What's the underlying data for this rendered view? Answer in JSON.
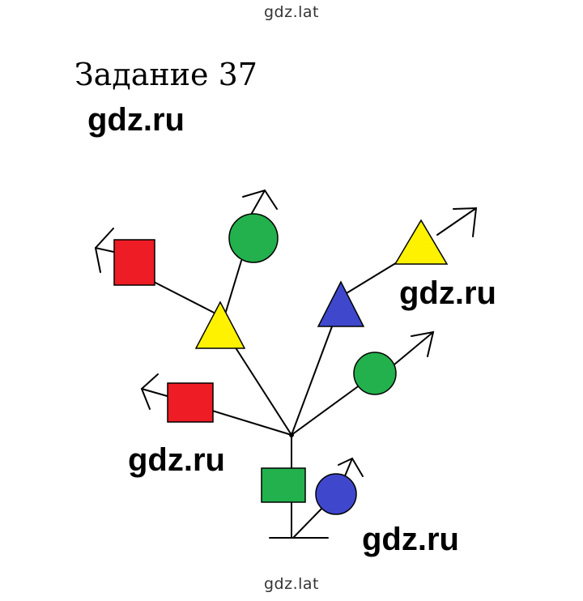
{
  "watermark": {
    "top": "gdz.lat",
    "bottom": "gdz.lat"
  },
  "task_title": "Задание 37",
  "brand_labels": [
    "gdz.ru",
    "gdz.ru",
    "gdz.ru",
    "gdz.ru"
  ],
  "colors": {
    "red": "#ee1c24",
    "green": "#22b14c",
    "yellow": "#fff200",
    "blue": "#3f48cc",
    "line": "#000000"
  }
}
